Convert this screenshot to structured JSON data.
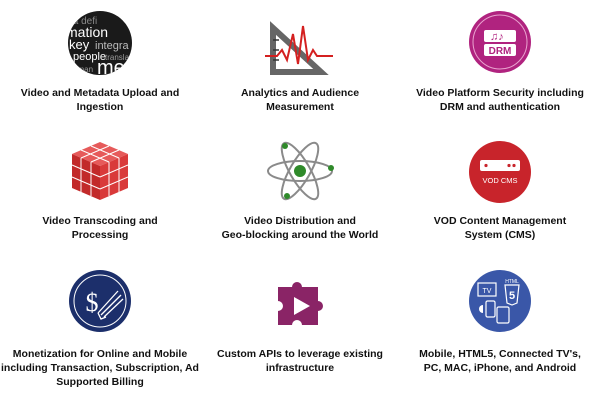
{
  "features": [
    {
      "icon": "metadata-word-cloud-icon",
      "lines": [
        "Video and Metadata Upload and",
        "Ingestion"
      ]
    },
    {
      "icon": "analytics-chart-icon",
      "lines": [
        "Analytics and Audience",
        "Measurement"
      ]
    },
    {
      "icon": "drm-lock-icon",
      "lines": [
        "Video Platform Security including",
        "DRM and authentication"
      ]
    },
    {
      "icon": "transcoding-cube-icon",
      "lines": [
        "Video Transcoding and",
        "Processing"
      ]
    },
    {
      "icon": "atom-distribution-icon",
      "lines": [
        "Video Distribution and",
        "Geo-blocking around the World"
      ]
    },
    {
      "icon": "vod-cms-server-icon",
      "lines": [
        "VOD Content Management",
        "System (CMS)"
      ]
    },
    {
      "icon": "monetization-dollar-icon",
      "lines": [
        "Monetization for Online and Mobile",
        "including Transaction, Subscription, Ad",
        "Supported Billing"
      ]
    },
    {
      "icon": "api-puzzle-icon",
      "lines": [
        "Custom APIs to leverage existing",
        "infrastructure"
      ]
    },
    {
      "icon": "multi-device-icon",
      "lines": [
        "Mobile, HTML5, Connected TV's,",
        "PC, MAC, iPhone, and Android"
      ]
    }
  ],
  "icon_text": {
    "word_cloud": [
      "mation",
      "key",
      "integra",
      "people",
      "translat",
      "met"
    ],
    "drm": "DRM",
    "vod_cms": "VOD CMS",
    "tv": "TV",
    "html": "HTML",
    "five": "5"
  },
  "colors": {
    "drm_pink": "#b0237f",
    "vod_red": "#c8242b",
    "cube_red": "#d93a3a",
    "navy": "#1c2f6b",
    "puzzle_purple": "#8a2466",
    "device_blue": "#3a57a8",
    "atom_green": "#2f8a2a"
  }
}
